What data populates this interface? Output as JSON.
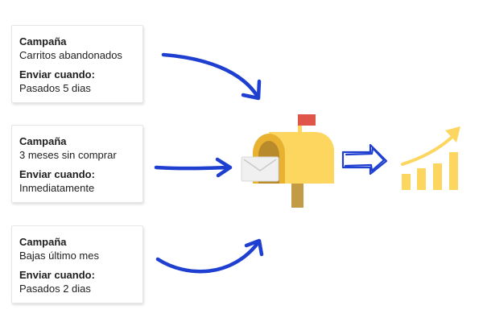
{
  "campaigns": [
    {
      "campaign_label": "Campaña",
      "campaign_name": "Carritos abandonados",
      "send_label": "Enviar cuando:",
      "send_when": "Pasados 5 dias"
    },
    {
      "campaign_label": "Campaña",
      "campaign_name": "3 meses sin comprar",
      "send_label": "Enviar cuando:",
      "send_when": "Inmediatamente"
    },
    {
      "campaign_label": "Campaña",
      "campaign_name": "Bajas último mes",
      "send_label": "Enviar cuando:",
      "send_when": "Pasados 2 dias"
    }
  ],
  "colors": {
    "arrow_blue": "#1e3fd0",
    "mailbox_yellow": "#fcd65e",
    "mailbox_shadow": "#e8b230",
    "flag_red": "#e0554a",
    "post_brown": "#c39a45",
    "chart_yellow": "#fcd65e"
  },
  "icons": [
    "curved-arrow-icon",
    "mailbox-icon",
    "envelope-icon",
    "flag-icon",
    "hand-drawn-arrow-icon",
    "growth-chart-icon"
  ]
}
